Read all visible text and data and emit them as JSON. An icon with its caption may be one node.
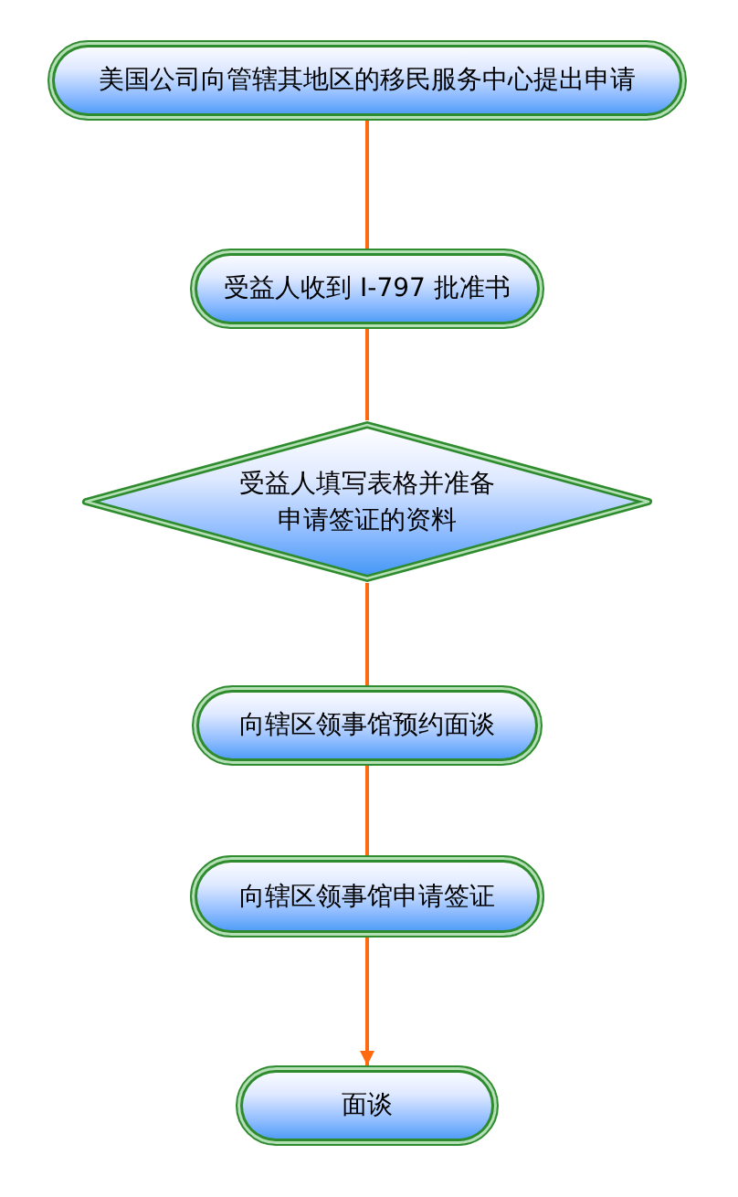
{
  "diagram": {
    "nodes": [
      {
        "text": [
          "美国公司向管辖其地区的移民服务中心提出申请"
        ]
      },
      {
        "text": [
          "受益人收到 I-797 批准书"
        ]
      },
      {
        "text": [
          "受益人填写表格并准备申请签证的资料"
        ]
      },
      {
        "text": [
          "向辖区领事馆预约面谈"
        ]
      },
      {
        "text": [
          "向辖区领事馆申请签证"
        ]
      },
      {
        "text": [
          "面谈"
        ]
      }
    ],
    "edges": [
      {
        "from": 0,
        "to": 1,
        "arrow": "none"
      },
      {
        "from": 1,
        "to": 2,
        "arrow": "none"
      },
      {
        "from": 2,
        "to": 3,
        "arrow": "none"
      },
      {
        "from": 3,
        "to": 4,
        "arrow": "none"
      },
      {
        "from": 4,
        "to": 5,
        "arrow": "to"
      }
    ]
  }
}
